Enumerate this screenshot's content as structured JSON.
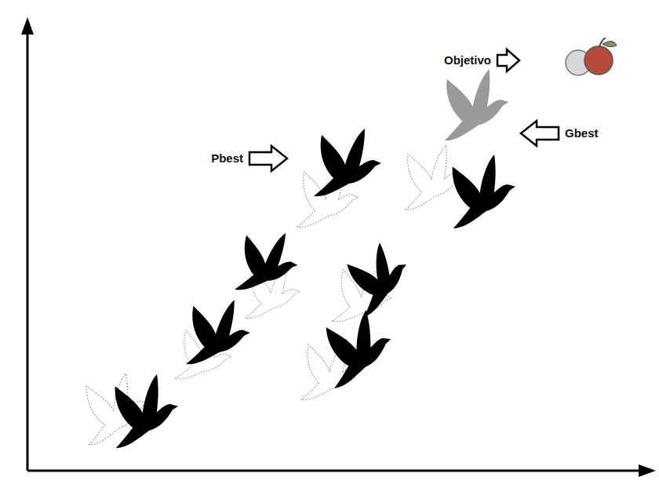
{
  "diagram": {
    "labels": [
      "Objetivo",
      "Pbest",
      "Gbest"
    ]
  }
}
